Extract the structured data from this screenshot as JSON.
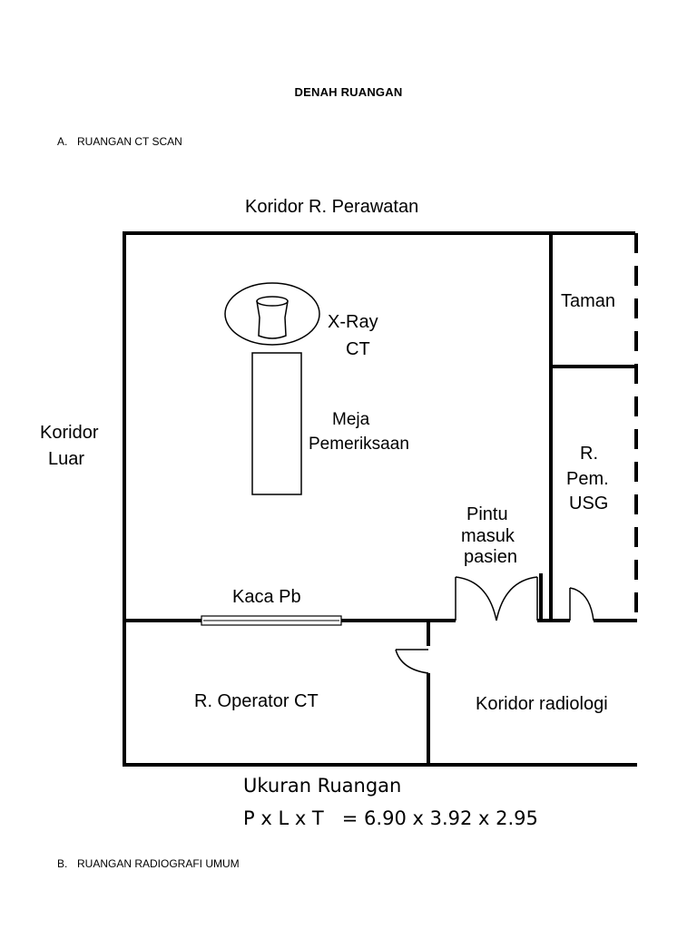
{
  "document": {
    "title": "DENAH RUANGAN",
    "section_a": {
      "number": "A.",
      "label": "RUANGAN CT SCAN"
    },
    "section_b": {
      "number": "B.",
      "label": "RUANGAN RADIOGRAFI UMUM"
    }
  },
  "floor_plan": {
    "top_corridor": "Koridor R. Perawatan",
    "left_corridor": [
      "Koridor",
      "Luar"
    ],
    "garden": "Taman",
    "ct_machine": [
      "X-Ray",
      "CT"
    ],
    "exam_table": [
      "Meja",
      "Pemeriksaan"
    ],
    "usg_room": [
      "R.",
      "Pem.",
      "USG"
    ],
    "patient_door": [
      "Pintu",
      "masuk",
      "pasien"
    ],
    "lead_glass": "Kaca Pb",
    "operator_room": "R. Operator CT",
    "radiology_corridor": "Koridor radiologi",
    "size_title": "Ukuran Ruangan",
    "size_formula": "P x L x T   = 6.90 x 3.92 x 2.95"
  }
}
